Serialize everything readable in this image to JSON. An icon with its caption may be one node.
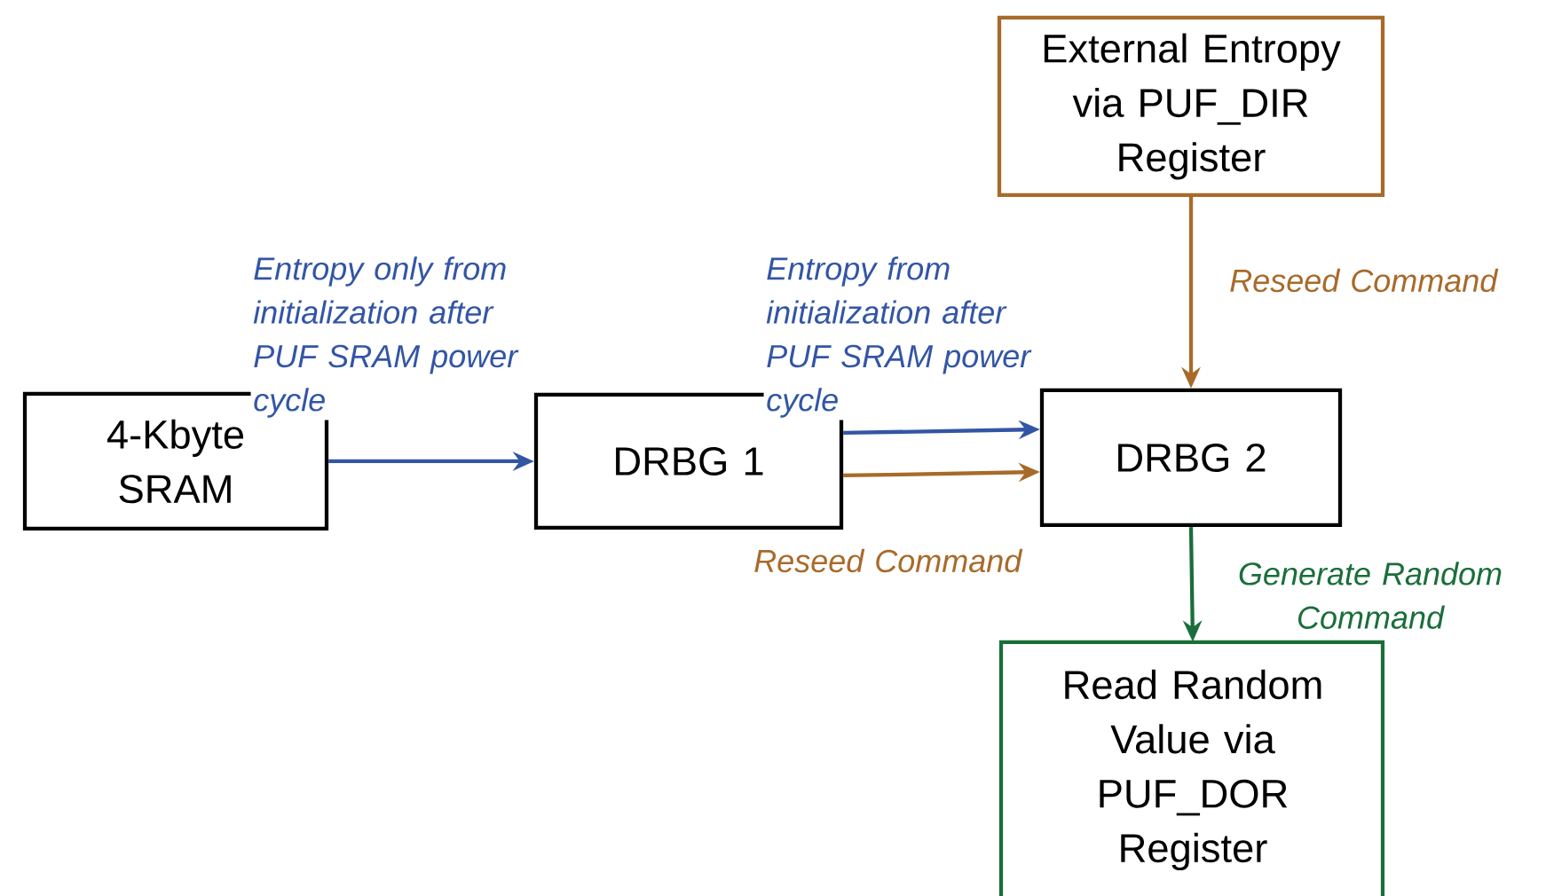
{
  "diagram": {
    "nodes": [
      {
        "text": [
          "4-Kbyte SRAM"
        ]
      },
      {
        "text": [
          "DRBG 1"
        ]
      },
      {
        "text": [
          "External Entropy via PUF_DIR Register"
        ]
      },
      {
        "text": [
          "DRBG 2"
        ]
      },
      {
        "text": [
          "Read Random Value via PUF_DOR Register"
        ]
      }
    ],
    "edges": [
      {
        "from": 0,
        "to": 1,
        "arrow": "to",
        "color": "#3355a5",
        "label": "Entropy only from initialization after PUF SRAM power cycle"
      },
      {
        "from": 1,
        "to": 3,
        "arrow": "to",
        "color": "#3355a5",
        "label": "Entropy from initialization after PUF SRAM power cycle"
      },
      {
        "from": 1,
        "to": 3,
        "arrow": "to",
        "color": "#a86a2a",
        "label": "Reseed Command"
      },
      {
        "from": 2,
        "to": 3,
        "arrow": "to",
        "color": "#a86a2a",
        "label": "Reseed Command"
      },
      {
        "from": 3,
        "to": 4,
        "arrow": "to",
        "color": "#1a6e3a",
        "label": "Generate Random Command"
      }
    ]
  }
}
